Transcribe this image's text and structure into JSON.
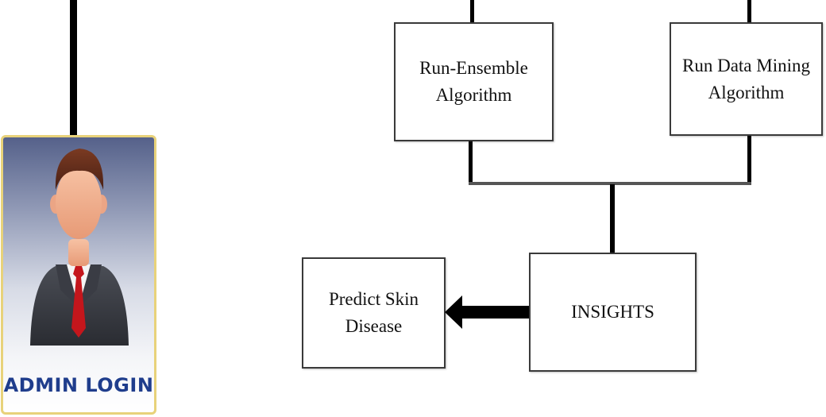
{
  "diagram": {
    "admin": {
      "label": "ADMIN LOGIN",
      "icon": "admin-user-icon"
    },
    "boxes": {
      "ensemble": {
        "label": "Run-Ensemble\nAlgorithm"
      },
      "datamining": {
        "label": "Run Data Mining\nAlgorithm"
      },
      "insights": {
        "label": "INSIGHTS"
      },
      "predict": {
        "label": "Predict Skin\nDisease"
      }
    },
    "colors": {
      "line": "#000000",
      "box_border": "#3a3a3a",
      "admin_text": "#1f3d8c",
      "card_border": "#e8d27a"
    }
  }
}
